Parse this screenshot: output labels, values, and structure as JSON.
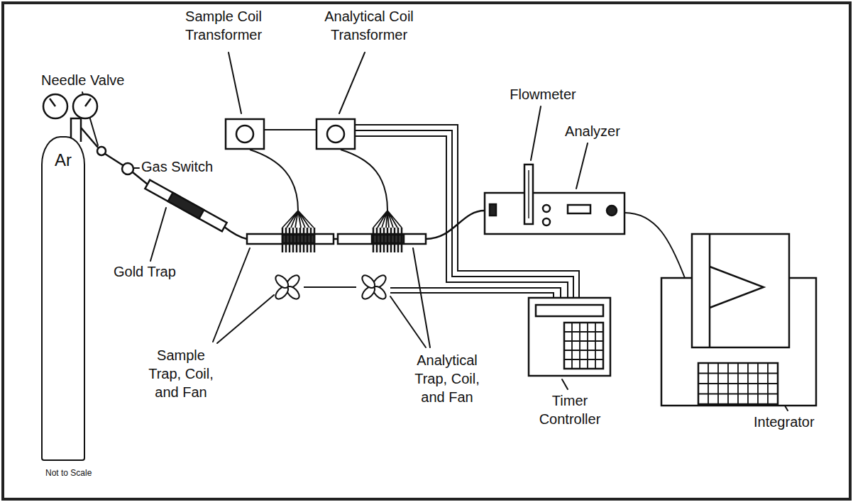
{
  "diagram": {
    "nodes": [
      {
        "text": [
          "Ar"
        ]
      }
    ],
    "labels": [
      "Needle Valve",
      "Sample Coil Transformer",
      "Analytical Coil Transformer",
      "Gas Switch",
      "Flowmeter",
      "Analyzer",
      "Gold Trap",
      "Sample Trap, Coil, and Fan",
      "Analytical Trap, Coil, and Fan",
      "Timer Controller",
      "Integrator",
      "Not to Scale"
    ]
  }
}
